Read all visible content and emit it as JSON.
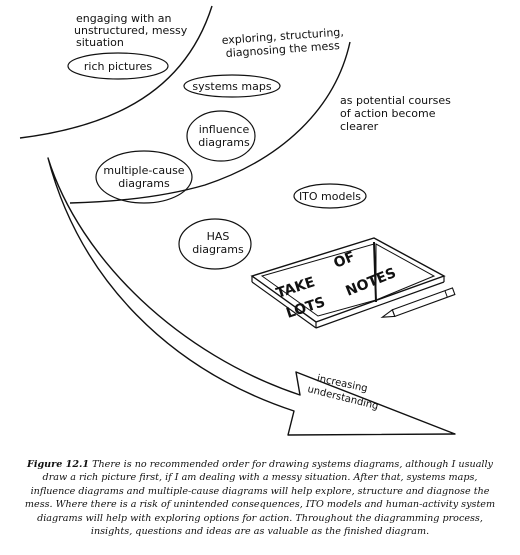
{
  "stages": {
    "engaging": [
      "engaging with an",
      "unstructured, messy",
      "situation"
    ],
    "exploring": [
      "exploring, structuring,",
      "diagnosing the mess"
    ],
    "courses": [
      "as potential courses",
      "of action become",
      "clearer"
    ]
  },
  "diagrams": {
    "rich_pictures": "rich pictures",
    "systems_maps": "systems maps",
    "influence": [
      "influence",
      "diagrams"
    ],
    "multiple_cause": [
      "multiple-cause",
      "diagrams"
    ],
    "ito_models": "ITO models",
    "has": [
      "HAS",
      "diagrams"
    ]
  },
  "notebook": {
    "left_page": [
      "TAKE",
      "LOTS"
    ],
    "right_page": [
      "OF",
      "NOTES"
    ]
  },
  "arrow_label": [
    "increasing",
    "understanding"
  ],
  "caption": {
    "label": "Figure 12.1",
    "text": "There is no recommended order for drawing systems diagrams, although I usually draw a rich picture first, if I am dealing with a messy situation. After that, systems maps, influence diagrams and multiple-cause diagrams will help explore, structure and diagnose the mess. Where there is a risk of unintended consequences, ITO models and human-activity system diagrams will help with exploring options for action. Throughout the diagramming process, insights, questions and ideas are as valuable as the finished diagram."
  }
}
